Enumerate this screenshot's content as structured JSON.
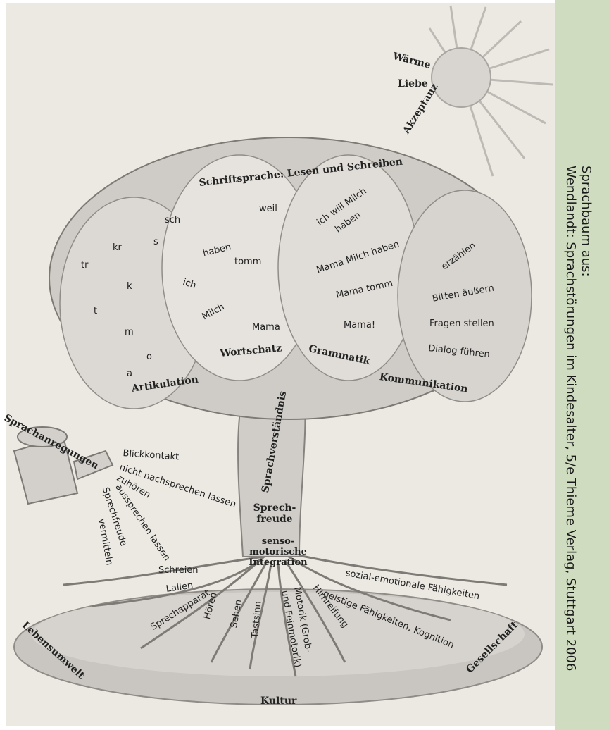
{
  "sidebar": {
    "line1": "Sprachbaum aus:",
    "line2": "Wendlandt: Sprachstörungen im Kindesalter, 5/e Thieme Verlag, Stuttgart 2006",
    "color": "#cfdcc0"
  },
  "sun": [
    "Wärme",
    "Liebe",
    "Akzeptanz"
  ],
  "crown": {
    "top": "Schriftsprache: Lesen und Schreiben",
    "articulation": {
      "label": "Artikulation",
      "sounds": [
        "sch",
        "s",
        "kr",
        "tr",
        "k",
        "t",
        "m",
        "o",
        "a"
      ]
    },
    "vocabulary": {
      "label": "Wortschatz",
      "words": [
        "weil",
        "haben",
        "tomm",
        "ich",
        "Milch",
        "Mama"
      ]
    },
    "grammar": {
      "label": "Grammatik",
      "phrases": [
        "ich will Milch",
        "haben",
        "Mama Milch haben",
        "Mama tomm",
        "Mama!"
      ]
    },
    "communication": {
      "label": "Kommunikation",
      "items": [
        "erzählen",
        "Bitten äußern",
        "Fragen stellen",
        "Dialog führen"
      ]
    }
  },
  "trunk": {
    "comprehension": "Sprachverständnis",
    "joy": "Sprech-\nfreude",
    "integration": "senso-\nmotorische\nIntegration"
  },
  "watering": {
    "label": "Sprachanregungen",
    "items": [
      "Blickkontakt",
      "nicht nachsprechen lassen",
      "zuhören",
      "aussprechen lassen",
      "Sprechfreude",
      "vermitteln"
    ]
  },
  "roots": [
    "Schreien",
    "Lallen",
    "Sprechapparat",
    "Hören",
    "Sehen",
    "Tastsinn",
    "Motorik (Grob-",
    "und Feinmotorik)",
    "Hirnreifung",
    "geistige Fähigkeiten, Kognition",
    "sozial-emotionale Fähigkeiten"
  ],
  "ground": {
    "left": "Lebensumwelt",
    "bottom": "Kultur",
    "right": "Gesellschaft"
  }
}
